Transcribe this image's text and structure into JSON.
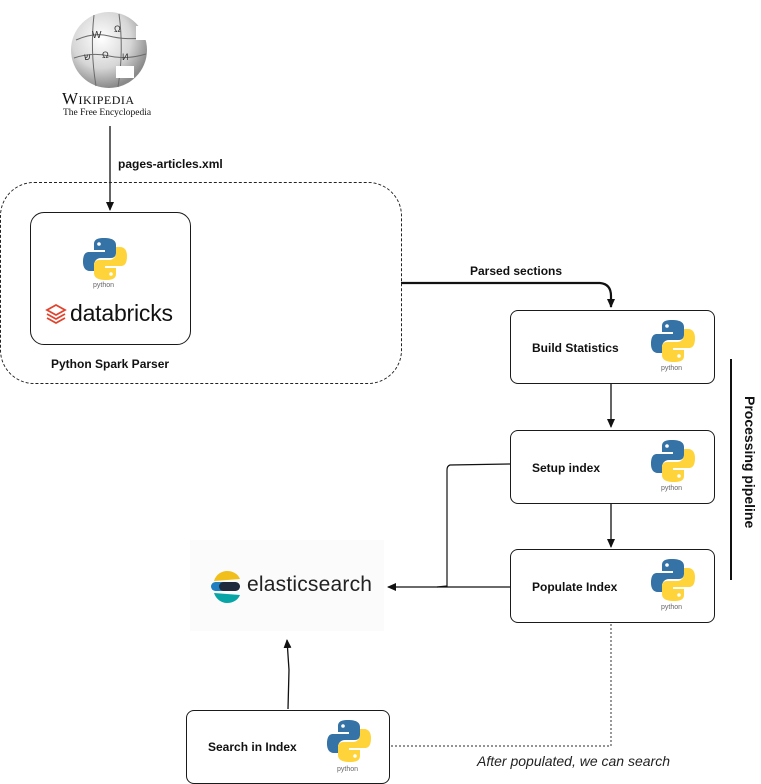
{
  "wikipedia": {
    "title": "Wikipedia",
    "subtitle": "The Free Encyclopedia",
    "logo_icon": "wikipedia-globe-icon"
  },
  "edges": {
    "dump_label": "pages-articles.xml",
    "parsed_label": "Parsed sections"
  },
  "parser_group": {
    "label": "Python Spark Parser",
    "python_caption": "python",
    "databricks_label": "databricks"
  },
  "pipeline": {
    "title": "Processing pipeline",
    "steps": [
      {
        "label": "Build Statistics",
        "icon": "python-icon",
        "caption": "python"
      },
      {
        "label": "Setup index",
        "icon": "python-icon",
        "caption": "python"
      },
      {
        "label": "Populate Index",
        "icon": "python-icon",
        "caption": "python"
      }
    ]
  },
  "elasticsearch": {
    "label": "elasticsearch",
    "icon": "elasticsearch-logo-icon"
  },
  "search": {
    "label": "Search in Index",
    "caption": "python"
  },
  "note": "After populated, we can search",
  "colors": {
    "python_blue": "#3572A5",
    "python_yellow": "#FFD43B",
    "databricks_red": "#E0442E",
    "es_yellow": "#F0BF1A",
    "es_teal": "#07A5A5",
    "es_blue": "#1F7FC1"
  }
}
